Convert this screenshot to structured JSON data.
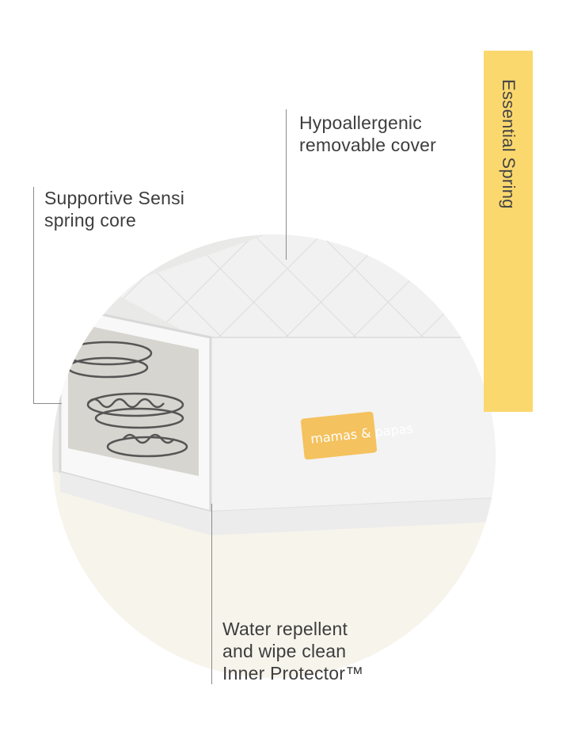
{
  "callouts": {
    "cover": [
      "Hypoallergenic",
      "removable cover"
    ],
    "spring": [
      "Supportive Sensi",
      "spring core"
    ],
    "protector": [
      "Water repellent",
      "and wipe clean",
      "Inner Protector™"
    ]
  },
  "banner": {
    "label": "Essential Spring",
    "color": "#fbd86e"
  },
  "product": {
    "brand_label": "mamas & papas",
    "label_color": "#f4c25e"
  },
  "icons": [
    "mattress-photo",
    "brand-tag-icon"
  ]
}
